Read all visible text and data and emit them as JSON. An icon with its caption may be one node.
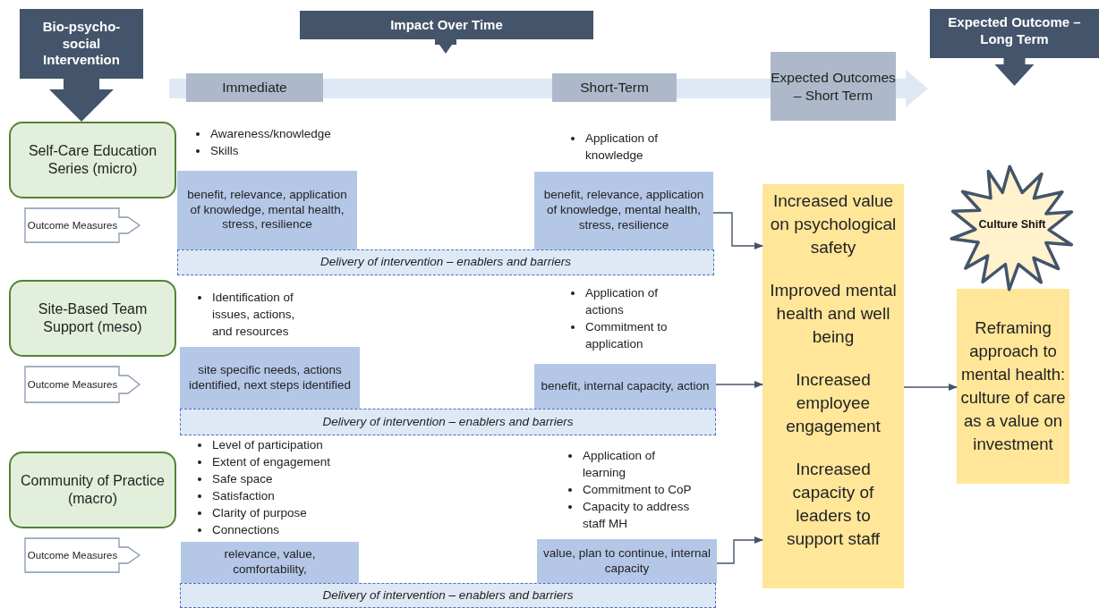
{
  "diagram": {
    "nodes": [
      {
        "text": [
          "Bio-psycho-social Intervention"
        ]
      },
      {
        "text": [
          "Impact Over Time"
        ]
      },
      {
        "text": [
          "Expected Outcome – Long Term"
        ]
      },
      {
        "text": [
          "Immediate"
        ]
      },
      {
        "text": [
          "Short-Term"
        ]
      },
      {
        "text": [
          "Expected Outcomes – Short Term"
        ]
      },
      {
        "text": [
          "Self-Care Education Series (micro)"
        ]
      },
      {
        "text": [
          "Outcome Measures"
        ]
      },
      {
        "text": [
          "benefit, relevance, application of knowledge, mental health, stress, resilience"
        ]
      },
      {
        "text": [
          "benefit, relevance, application of knowledge, mental health, stress, resilience"
        ]
      },
      {
        "text": [
          "Delivery of intervention – enablers and barriers"
        ]
      },
      {
        "text": [
          "Site-Based Team Support (meso)"
        ]
      },
      {
        "text": [
          "Outcome Measures"
        ]
      },
      {
        "text": [
          "site specific needs, actions identified, next steps identified"
        ]
      },
      {
        "text": [
          "benefit, internal capacity, action"
        ]
      },
      {
        "text": [
          "Delivery of intervention – enablers and barriers"
        ]
      },
      {
        "text": [
          "Community of Practice (macro)"
        ]
      },
      {
        "text": [
          "Outcome Measures"
        ]
      },
      {
        "text": [
          "relevance, value, comfortability,"
        ]
      },
      {
        "text": [
          "value, plan to continue, internal capacity"
        ]
      },
      {
        "text": [
          "Delivery of intervention – enablers and barriers"
        ]
      },
      {
        "text": [
          "Increased value on psychological safety",
          "Improved mental health and well being",
          "Increased employee engagement",
          "Increased capacity of leaders to support staff"
        ]
      },
      {
        "text": [
          "Culture Shift"
        ]
      },
      {
        "text": [
          "Reframing approach to mental health: culture of care as a value on investment"
        ]
      }
    ],
    "edges": [
      {
        "from": 9,
        "to": 21,
        "arrow": "to"
      },
      {
        "from": 14,
        "to": 21,
        "arrow": "to"
      },
      {
        "from": 19,
        "to": 21,
        "arrow": "to"
      },
      {
        "from": 21,
        "to": 23,
        "arrow": "to"
      },
      {
        "from": 0,
        "to": 6,
        "arrow": "to",
        "style": "thick"
      }
    ],
    "labels": [
      "Awareness/knowledge",
      "Skills",
      "Application of knowledge",
      "Identification of issues, actions, and resources",
      "Application of actions",
      "Commitment to application",
      "Level of participation",
      "Extent of engagement",
      "Safe space",
      "Satisfaction",
      "Clarity of purpose",
      "Connections",
      "Application of learning",
      "Commitment to CoP",
      "Capacity to address staff MH"
    ]
  }
}
